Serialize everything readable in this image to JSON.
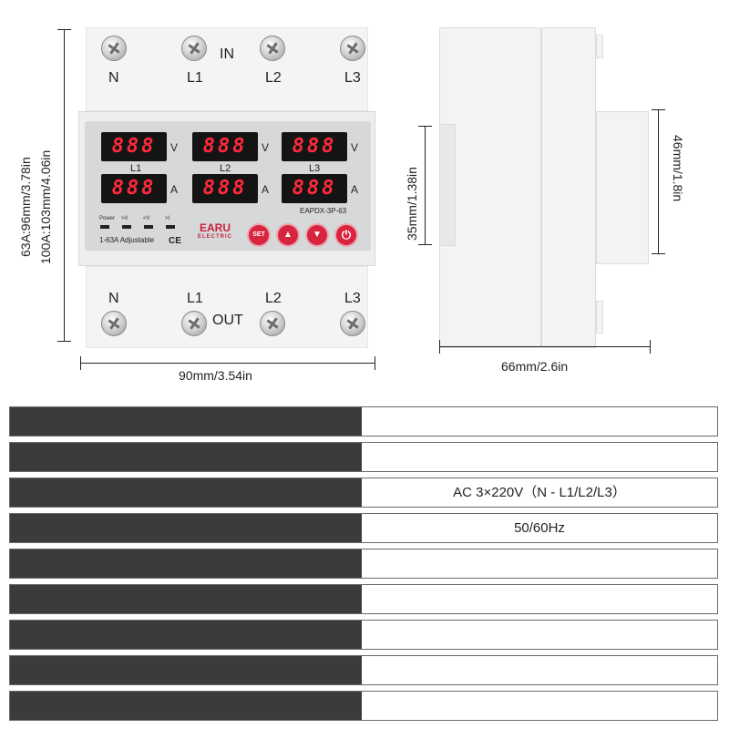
{
  "front_view": {
    "top_terminals": [
      "N",
      "L1",
      "L2",
      "L3"
    ],
    "top_label": "IN",
    "bottom_terminals": [
      "N",
      "L1",
      "L2",
      "L3"
    ],
    "bottom_label": "OUT",
    "displays": [
      {
        "voltage": "888",
        "voltage_unit": "V",
        "phase": "L1",
        "current": "888",
        "current_unit": "A"
      },
      {
        "voltage": "888",
        "voltage_unit": "V",
        "phase": "L2",
        "current": "888",
        "current_unit": "A"
      },
      {
        "voltage": "888",
        "voltage_unit": "V",
        "phase": "L3",
        "current": "888",
        "current_unit": "A"
      }
    ],
    "indicators": [
      "Power",
      ">V",
      "<V",
      ">I"
    ],
    "range_label": "1-63A Adjustable",
    "ce_mark": "CE",
    "brand_name": "EARU",
    "brand_sub": "ELECTRIC",
    "model": "EAPDX-3P-63",
    "buttons": {
      "set": "SET",
      "up": "▲",
      "down": "▼",
      "power": "⏻"
    }
  },
  "dimensions": {
    "height": "63A:96mm/3.78in",
    "height_alt": "100A:103mm/4.06in",
    "width": "90mm/3.54in",
    "rail": "35mm/1.38in",
    "depth_section": "46mm/1.8in",
    "depth": "66mm/2.6in"
  },
  "specs": [
    {
      "value": ""
    },
    {
      "value": ""
    },
    {
      "value": "AC 3×220V（N - L1/L2/L3）"
    },
    {
      "value": "50/60Hz"
    },
    {
      "value": ""
    },
    {
      "value": ""
    },
    {
      "value": ""
    },
    {
      "value": ""
    },
    {
      "value": ""
    }
  ],
  "colors": {
    "accent": "#d9243f",
    "display_digits": "#ff2a3a",
    "spec_dark": "#3b3b3b"
  }
}
